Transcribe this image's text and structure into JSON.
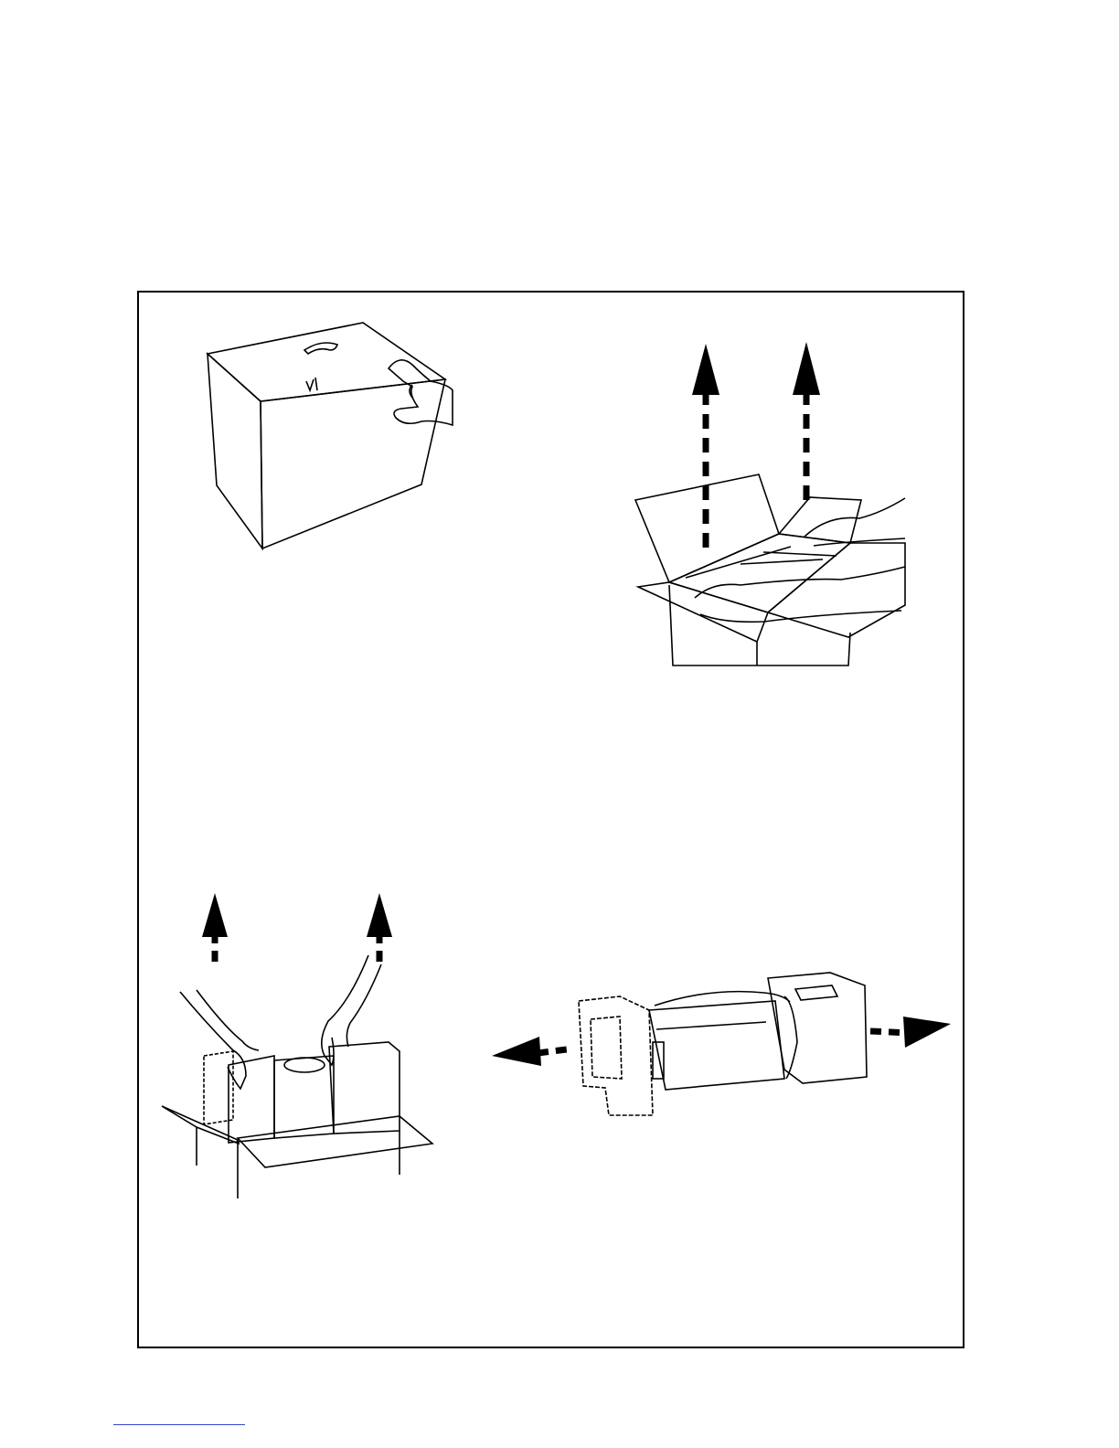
{
  "page": {
    "illustrations": [
      {
        "id": "step-1",
        "icon": "closed-box-lift-lid-icon"
      },
      {
        "id": "step-2",
        "icon": "remove-accessory-tray-icon"
      },
      {
        "id": "step-3",
        "icon": "lift-printer-from-box-icon"
      },
      {
        "id": "step-4",
        "icon": "remove-foam-end-caps-icon"
      }
    ],
    "colors": {
      "line": "#000000",
      "background": "#ffffff",
      "footer_rule": "#3344cc"
    }
  }
}
